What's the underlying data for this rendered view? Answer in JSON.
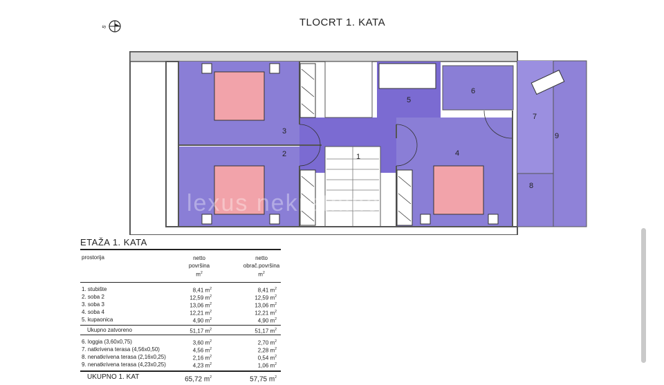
{
  "plan_title": "TLOCRT 1. KATA",
  "compass_label": "S",
  "watermark": "lexus   nekretnine",
  "rooms": [
    {
      "id": "1",
      "label": "1"
    },
    {
      "id": "2",
      "label": "2"
    },
    {
      "id": "3",
      "label": "3"
    },
    {
      "id": "4",
      "label": "4"
    },
    {
      "id": "5",
      "label": "5"
    },
    {
      "id": "6",
      "label": "6"
    },
    {
      "id": "7",
      "label": "7"
    },
    {
      "id": "8",
      "label": "8"
    },
    {
      "id": "9",
      "label": "9"
    }
  ],
  "colors": {
    "room": "#8c7fd6",
    "room_dark": "#6f5fcc",
    "bed": "#f0a5ab",
    "wall": "#555555"
  },
  "table": {
    "title": "ETAŽA 1. KATA",
    "col_room": "prostorija",
    "col_net_1": "netto",
    "col_net_2": "površina",
    "col_net_unit": "m",
    "col_calc_1": "netto",
    "col_calc_2": "obrač.površina",
    "col_calc_unit": "m",
    "unit_exp": "2",
    "closed_rows": [
      {
        "name": "1. stubište",
        "net": "8,41 m",
        "calc": "8,41 m"
      },
      {
        "name": "2. soba 2",
        "net": "12,59 m",
        "calc": "12,59 m"
      },
      {
        "name": "3. soba 3",
        "net": "13,06 m",
        "calc": "13,06 m"
      },
      {
        "name": "4. soba 4",
        "net": "12,21 m",
        "calc": "12,21 m"
      },
      {
        "name": "5. kupaonica",
        "net": "4,90 m",
        "calc": "4,90 m"
      }
    ],
    "closed_total": {
      "name": "Ukupno zatvoreno",
      "net": "51,17 m",
      "calc": "51,17 m"
    },
    "open_rows": [
      {
        "name": "6. loggia (3,60x0,75)",
        "net": "3,60 m",
        "calc": "2,70 m"
      },
      {
        "name": "7. natkrivena terasa (4,56x0,50)",
        "net": "4,56 m",
        "calc": "2,28 m"
      },
      {
        "name": "8. nenatkrivena terasa (2,16x0,25)",
        "net": "2,16 m",
        "calc": "0,54 m"
      },
      {
        "name": "9. nenatkrivena terasa (4,23x0,25)",
        "net": "4,23 m",
        "calc": "1,06 m"
      }
    ],
    "grand_total": {
      "name": "UKUPNO 1. KAT",
      "net": "65,72 m",
      "calc": "57,75 m"
    }
  }
}
